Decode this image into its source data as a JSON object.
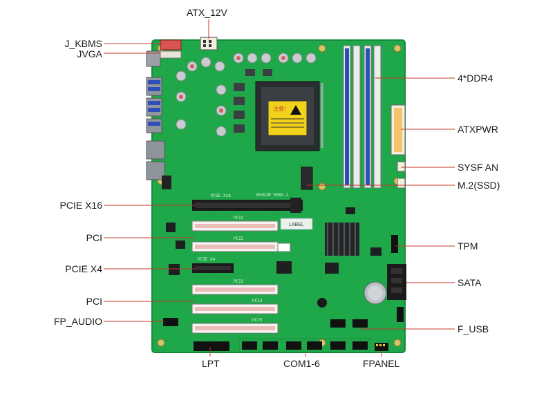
{
  "labels": {
    "atx_12v": "ATX_12V",
    "j_kbms": "J_KBMS",
    "jvga": "JVGA",
    "ddr4": "4*DDR4",
    "atxpwr": "ATXPWR",
    "sysf_an": "SYSF AN",
    "m2_ssd": "M.2(SSD)",
    "pcie_x16": "PCIE X16",
    "pci_top": "PCI",
    "tpm": "TPM",
    "pcie_x4": "PCIE X4",
    "sata": "SATA",
    "pci_bottom": "PCI",
    "fp_audio": "FP_AUDIO",
    "f_usb": "F_USB",
    "lpt": "LPT",
    "com": "COM1-6",
    "fpanel": "FPANEL"
  },
  "board_silkscreen": {
    "model": "V5391M VER0.1",
    "slot_pcie_x16": "PCIE X16",
    "slot_pcie_x4": "PCIE X4",
    "slot_pci1": "PCI1",
    "slot_pci2": "PCI2",
    "slot_pci3": "PCI3",
    "slot_pci4": "PCI4",
    "slot_pci5": "PCI5",
    "label_sticker": "LABEL",
    "cpu_warning": "注意!"
  },
  "colors": {
    "pcb": "#1fa84a",
    "pcb_edge": "#168a3a",
    "leader_line": "#c0392b",
    "dimm_blue": "#2f4fb8",
    "slot_white": "#f4f4f0",
    "slot_black": "#1a1a1a"
  }
}
